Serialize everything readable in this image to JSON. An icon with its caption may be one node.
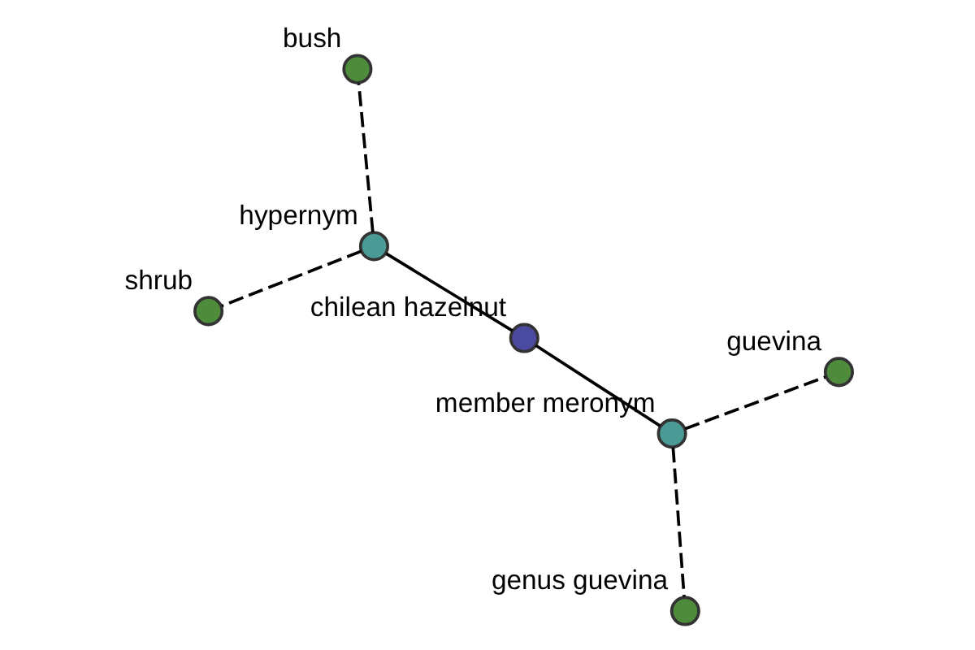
{
  "diagram": {
    "nodes": [
      {
        "text": [
          "genus guevina"
        ]
      },
      {
        "text": [
          "guevina"
        ]
      },
      {
        "text": [
          "member meronym"
        ]
      },
      {
        "text": [
          "chilean hazelnut"
        ]
      },
      {
        "text": [
          "hypernym"
        ]
      },
      {
        "text": [
          "bush"
        ]
      },
      {
        "text": [
          "shrub"
        ]
      }
    ],
    "edges": [
      {
        "from": 2,
        "to": 0,
        "arrow": "none",
        "style": "dashed"
      },
      {
        "from": 2,
        "to": 1,
        "arrow": "none",
        "style": "dashed"
      },
      {
        "from": 3,
        "to": 2,
        "arrow": "none"
      },
      {
        "from": 3,
        "to": 4,
        "arrow": "none"
      },
      {
        "from": 4,
        "to": 5,
        "arrow": "none",
        "style": "dashed"
      },
      {
        "from": 4,
        "to": 6,
        "arrow": "none",
        "style": "dashed"
      }
    ]
  }
}
